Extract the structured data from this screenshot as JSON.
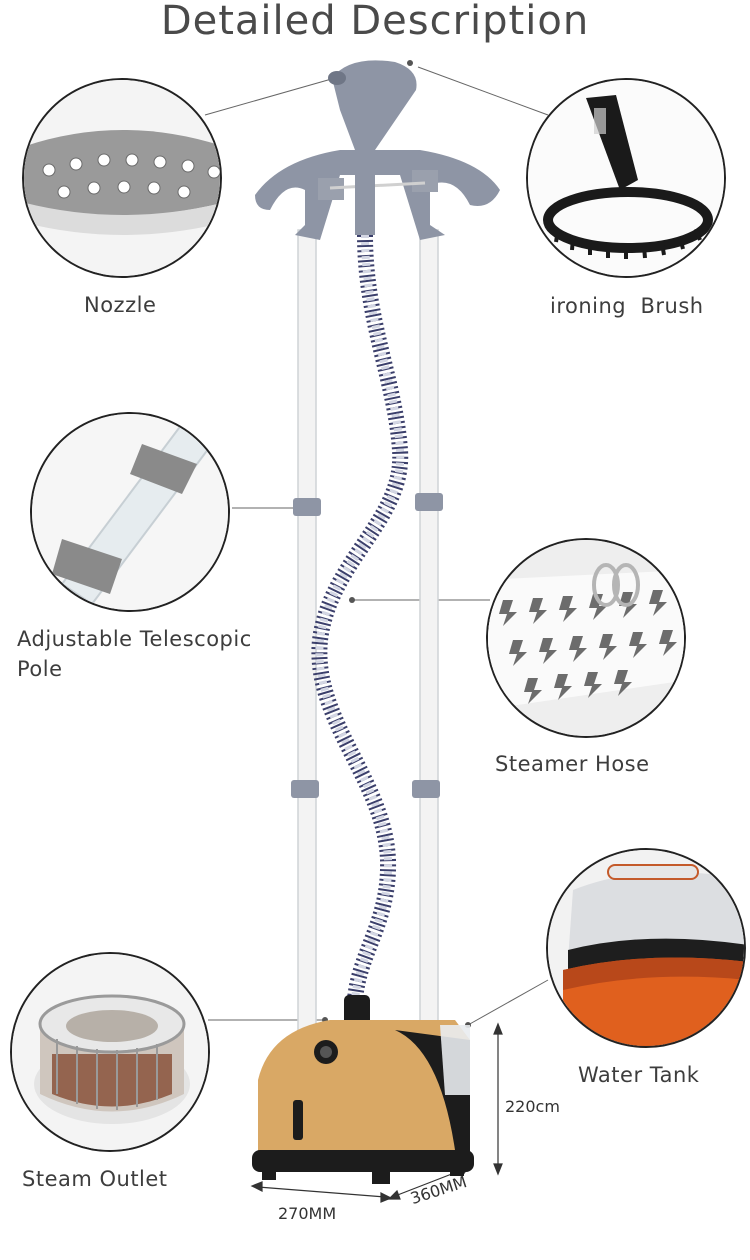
{
  "title": "Detailed Description",
  "labels": {
    "nozzle": "Nozzle",
    "brush": "ironing  Brush",
    "pole_line1": "Adjustable Telescopic",
    "pole_line2": "Pole",
    "hose": "Steamer Hose",
    "tank": "Water Tank",
    "outlet": "Steam Outlet"
  },
  "dimensions": {
    "height": "220cm",
    "width": "270MM",
    "depth": "360MM"
  },
  "colors": {
    "body_gold": "#d9a865",
    "body_black": "#1c1c1c",
    "hanger_grey": "#8e95a5",
    "tank_orange": "#e0601e"
  }
}
